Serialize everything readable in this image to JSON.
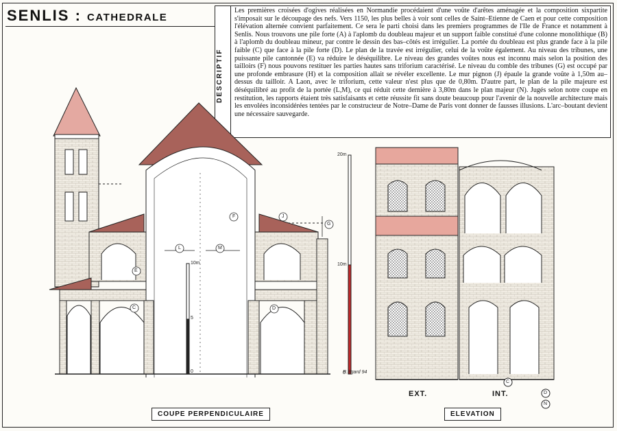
{
  "header": {
    "title": "SENLIS",
    "separator": ":",
    "subtitle": "CATHEDRALE"
  },
  "descriptif": {
    "label": "DESCRIPTIF",
    "text": "Les premières croisées d'ogives réalisées en Normandie procédaient d'une voûte d'arêtes aménagée et la composition sixpartite s'imposait sur le découpage des nefs. Vers 1150, les plus belles à voir sont celles de Saint–Etienne de Caen et pour cette composition l'élévation alternée convient parfaitement. Ce sera le parti choisi dans les premiers programmes de l'Ile de France et notamment à Senlis. Nous trouvons une pile forte (A) à l'aplomb du doubleau majeur et un support faible constitué d'une colonne monolithique (B) à l'aplomb du doubleau mineur, par contre le dessin des bas–côtés est irrégulier. La portée du doubleau est plus grande face à la pile faible (C) que face à la pile forte (D). Le plan de la travée est irrégulier, celui de la voûte également. Au niveau des tribunes, une puissante pile cantonnée (E) va réduire le déséquilibre. Le niveau des grandes voûtes nous est inconnu mais selon la position des tailloirs (F) nous pouvons restituer les parties hautes sans triforium caractérisé. Le niveau du comble des tribunes (G) est occupé par une profonde embrasure (H) et la composition allait se révéler excellente. Le mur pignon (J) épaule la grande voûte à 1,50m au–dessus du tailloir. A Laon, avec le triforium, cette valeur n'est plus que de 0,80m. D'autre part, le plan de la pile majeure est déséquilibré au profit de la portée (L,M), ce qui réduit cette dernière à 3,80m dans le plan majeur (N). Jugés selon notre coupe en restitution, les rapports étaient très satisfaisants et cette réussite fit sans doute beaucoup pour l'avenir de la nouvelle architecture mais les envolées inconsidérées tentées par le constructeur de Notre–Dame de Paris vont donner de fausses illusions. L'arc–boutant devient une nécessaire sauvegarde."
  },
  "section": {
    "caption": "COUPE PERPENDICULAIRE",
    "markers": [
      "E",
      "C",
      "L",
      "M",
      "F",
      "J",
      "G",
      "D"
    ],
    "scale_labels": [
      "10m",
      "5",
      "0"
    ],
    "signature": "R.Bgard 94"
  },
  "elevation": {
    "caption": "ELEVATION",
    "scale_labels": [
      "20m",
      "10m",
      "0"
    ],
    "ext_label": "EXT.",
    "int_label": "INT.",
    "markers": [
      "C",
      "D",
      "N"
    ]
  },
  "colors": {
    "roof": "#a8625a",
    "tower_roof": "#e4a9a1",
    "band": "#e7a79d",
    "stone": "#f1ede4",
    "ink": "#222222",
    "scale_red": "#c0282a"
  }
}
